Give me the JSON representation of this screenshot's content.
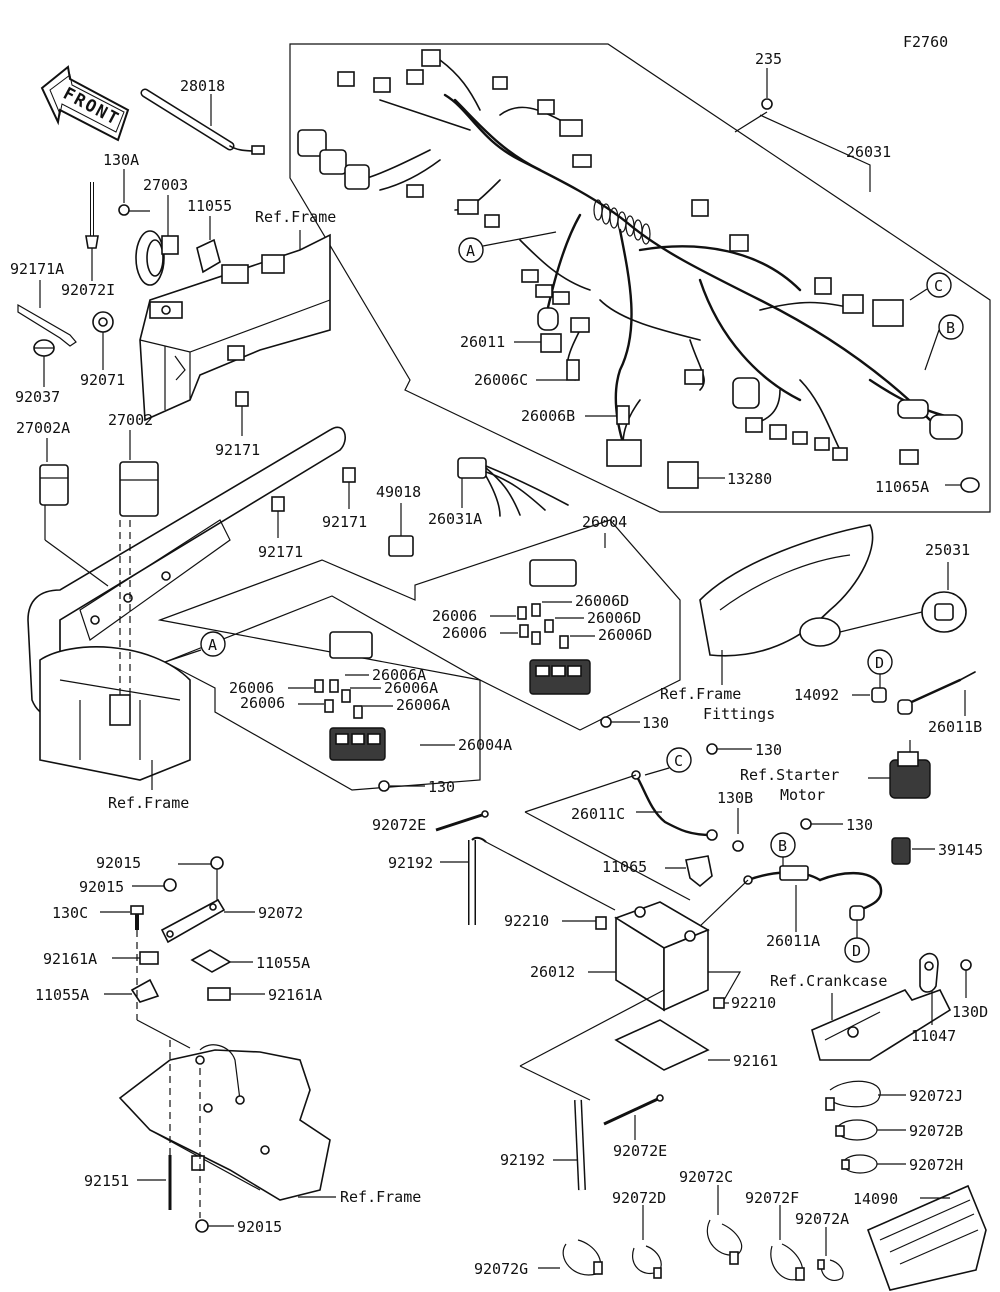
{
  "figure_id": "F2760",
  "direction": "FRONT",
  "ref_labels": {
    "frame_top": "Ref.Frame",
    "frame_left": "Ref.Frame",
    "frame_bottom": "Ref.Frame",
    "frame_fittings_1": "Ref.Frame",
    "frame_fittings_2": "Fittings",
    "starter_1": "Ref.Starter",
    "starter_2": "Motor",
    "crankcase": "Ref.Crankcase"
  },
  "connectors": {
    "a1": "A",
    "a2": "A",
    "b1": "B",
    "b2": "B",
    "c1": "C",
    "c2": "C",
    "d1": "D",
    "d2": "D"
  },
  "parts": {
    "p235": "235",
    "p26031": "26031",
    "p28018": "28018",
    "p130a": "130A",
    "p27003": "27003",
    "p11055": "11055",
    "p92171a": "92171A",
    "p92072i": "92072I",
    "p92071": "92071",
    "p92037": "92037",
    "p27002a": "27002A",
    "p27002": "27002",
    "p92171_1": "92171",
    "p92171_2": "92171",
    "p92171_3": "92171",
    "p49018": "49018",
    "p26031a": "26031A",
    "p26011": "26011",
    "p26006c": "26006C",
    "p26006b": "26006B",
    "p13280": "13280",
    "p11065a": "11065A",
    "p26004": "26004",
    "p26006_1": "26006",
    "p26006d_1": "26006D",
    "p26006d_2": "26006D",
    "p26006_2": "26006",
    "p26006d_3": "26006D",
    "p130_1": "130",
    "p25031": "25031",
    "p26006a_1": "26006A",
    "p26006_3": "26006",
    "p26006a_2": "26006A",
    "p26006_4": "26006",
    "p26006a_3": "26006A",
    "p26004a": "26004A",
    "p130_2": "130",
    "p14092": "14092",
    "p26011b": "26011B",
    "p130_3": "130",
    "p26011c": "26011C",
    "p130b": "130B",
    "p92072e_1": "92072E",
    "p92192_1": "92192",
    "p11065": "11065",
    "p130_4": "130",
    "p39145": "39145",
    "p92015_1": "92015",
    "p92015_2": "92015",
    "p130c": "130C",
    "p92072": "92072",
    "p92210_1": "92210",
    "p26011a": "26011A",
    "p92161a_1": "92161A",
    "p11055a_1": "11055A",
    "p26012": "26012",
    "p92210_2": "92210",
    "p130d": "130D",
    "p11055a_2": "11055A",
    "p92161a_2": "92161A",
    "p11047": "11047",
    "p92161": "92161",
    "p92072j": "92072J",
    "p92072b": "92072B",
    "p92072h": "92072H",
    "p92192_2": "92192",
    "p92072e_2": "92072E",
    "p92151": "92151",
    "p92015_3": "92015",
    "p92072c": "92072C",
    "p92072d": "92072D",
    "p92072f": "92072F",
    "p14090": "14090",
    "p92072a": "92072A",
    "p92072g": "92072G"
  }
}
